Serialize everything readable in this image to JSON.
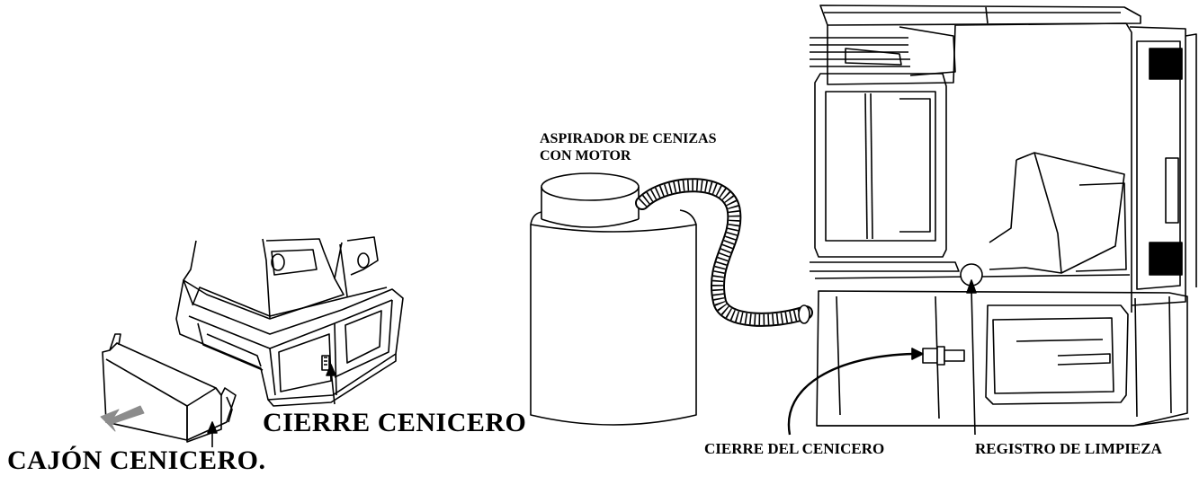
{
  "labels": {
    "cierre_cenicero": "CIERRE CENICERO",
    "cajon_cenicero": "CAJÓN CENICERO.",
    "aspirador_line1": "ASPIRADOR DE CENIZAS",
    "aspirador_line2": "CON MOTOR",
    "cierre_del_cenicero": "CIERRE DEL CENICERO",
    "registro_de_limpieza": "REGISTRO DE LIMPIEZA"
  },
  "colors": {
    "line": "#000000",
    "background": "#ffffff",
    "arrow_grey": "#8c8c8c"
  }
}
